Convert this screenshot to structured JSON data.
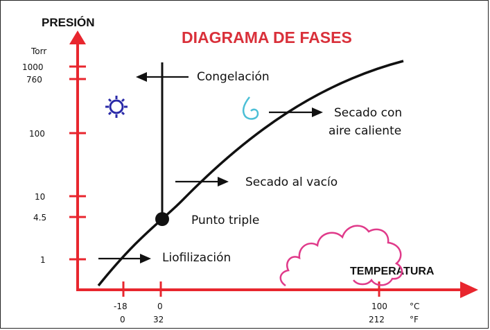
{
  "title": "DIAGRAMA DE FASES",
  "y_axis": {
    "title": "PRESIÓN",
    "unit": "Torr",
    "ticks": [
      "1000",
      "760",
      "100",
      "10",
      "4.5",
      "1"
    ]
  },
  "x_axis": {
    "title": "TEMPERATURA",
    "celsius_unit": "°C",
    "fahrenheit_unit": "°F",
    "celsius_ticks": [
      "-18",
      "0",
      "100"
    ],
    "fahrenheit_ticks": [
      "0",
      "32",
      "212"
    ]
  },
  "labels": {
    "congelacion": "Congelación",
    "secado_aire_line1": "Secado con",
    "secado_aire_line2": "aire caliente",
    "secado_vacio": "Secado al vacío",
    "punto_triple": "Punto triple",
    "liofilizacion": "Liofilización"
  },
  "icons": {
    "ice": "snowflake-icon",
    "liquid": "water-drop-icon",
    "vapor": "steam-cloud-icon"
  },
  "colors": {
    "axis": "#e8262e",
    "title": "#d9303a",
    "curve": "#111111",
    "ice_icon": "#2a2aa8",
    "drop_icon": "#4bbfd6",
    "cloud_icon": "#e03a8a"
  }
}
